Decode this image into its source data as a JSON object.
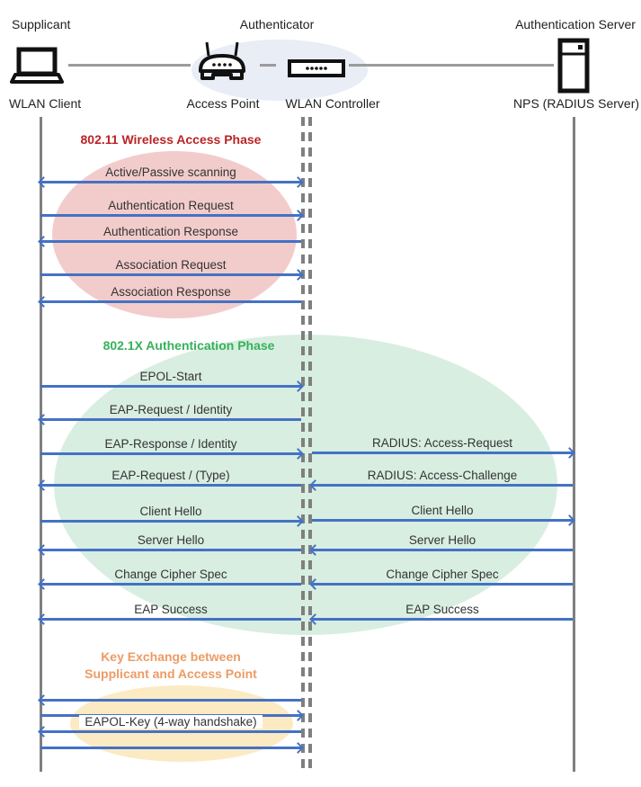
{
  "header": {
    "roles": [
      {
        "label": "Supplicant"
      },
      {
        "label": "Authenticator"
      },
      {
        "label": "Authentication Server"
      }
    ],
    "devices": [
      {
        "label": "WLAN Client"
      },
      {
        "label": "Access Point"
      },
      {
        "label": "WLAN Controller"
      },
      {
        "label": "NPS (RADIUS Server)"
      }
    ],
    "icons": [
      "laptop-icon",
      "access-point-icon",
      "wlan-controller-icon",
      "server-icon"
    ]
  },
  "phases": [
    {
      "title": "802.11 Wireless Access Phase",
      "color": "#bb2426",
      "fill": "#f2cccb"
    },
    {
      "title": "802.1X Authentication Phase",
      "color": "#36b15a",
      "fill": "#d8eee1"
    },
    {
      "title_lines": [
        "Key Exchange between",
        "Supplicant and Access Point"
      ],
      "color": "#ed9b64",
      "fill": "#fceac3"
    }
  ],
  "colors": {
    "arrow": "#4472c4",
    "lifeline": "#7f7f7f",
    "connector": "#9b9b9b",
    "phase1_fill": "#f2cccb",
    "phase2_fill": "#d8eee1",
    "phase3_fill": "#fceac3",
    "authenticator_fill": "#e9edf6",
    "phase1_title": "#bb2426",
    "phase2_title": "#36b15a",
    "phase3_title": "#ed9b64"
  },
  "messages": [
    {
      "label": "Active/Passive scanning",
      "lane": "client-controller",
      "direction": "both"
    },
    {
      "label": "Authentication Request",
      "lane": "client-controller",
      "direction": "right"
    },
    {
      "label": "Authentication Response",
      "lane": "client-controller",
      "direction": "left"
    },
    {
      "label": "Association Request",
      "lane": "client-controller",
      "direction": "right"
    },
    {
      "label": "Association Response",
      "lane": "client-controller",
      "direction": "left"
    },
    {
      "label": "EPOL-Start",
      "lane": "client-controller",
      "direction": "right"
    },
    {
      "label": "EAP-Request / Identity",
      "lane": "client-controller",
      "direction": "left"
    },
    {
      "label": "EAP-Response / Identity",
      "lane": "client-controller",
      "direction": "right"
    },
    {
      "label": "RADIUS: Access-Request",
      "lane": "controller-server",
      "direction": "right"
    },
    {
      "label": "EAP-Request / (Type)",
      "lane": "client-controller",
      "direction": "left"
    },
    {
      "label": "RADIUS: Access-Challenge",
      "lane": "controller-server",
      "direction": "left"
    },
    {
      "label": "Client Hello",
      "lane": "client-controller",
      "direction": "right"
    },
    {
      "label": "Client Hello",
      "lane": "controller-server",
      "direction": "right"
    },
    {
      "label": "Server Hello",
      "lane": "client-controller",
      "direction": "left"
    },
    {
      "label": "Server Hello",
      "lane": "controller-server",
      "direction": "left"
    },
    {
      "label": "Change Cipher Spec",
      "lane": "client-controller",
      "direction": "left"
    },
    {
      "label": "Change Cipher Spec",
      "lane": "controller-server",
      "direction": "left"
    },
    {
      "label": "EAP Success",
      "lane": "client-controller",
      "direction": "left"
    },
    {
      "label": "EAP Success",
      "lane": "controller-server",
      "direction": "left"
    },
    {
      "label": "",
      "lane": "client-controller",
      "direction": "left"
    },
    {
      "label": "",
      "lane": "client-controller",
      "direction": "right"
    },
    {
      "label": "EAPOL-Key (4-way handshake)",
      "lane": "client-controller",
      "direction": "left"
    },
    {
      "label": "",
      "lane": "client-controller",
      "direction": "right"
    }
  ]
}
